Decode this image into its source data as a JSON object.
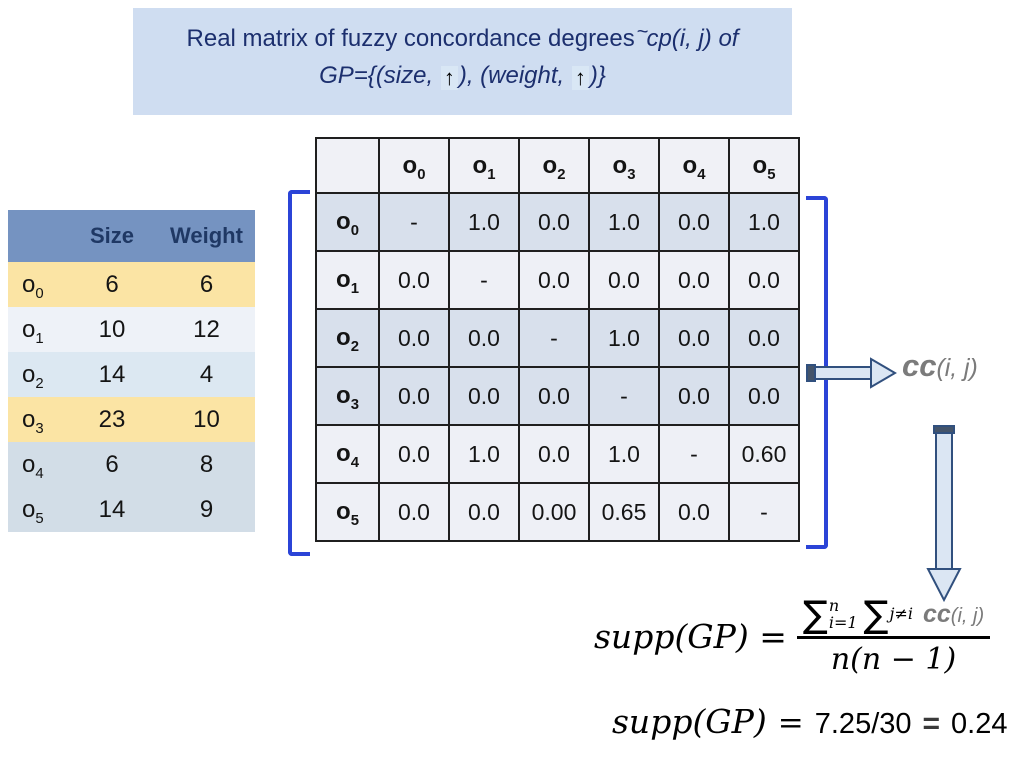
{
  "colors": {
    "title-box-bg": "#cfddf1",
    "title-text": "#1c2f6e",
    "attr-header-bg": "#7593c1",
    "attr-header-text": "#1f3864",
    "band-yellow": "#fbe4a4",
    "band-light": "#eef2f8",
    "band-blue": "#dce8f2",
    "band-gray": "#d2dde7",
    "matrix-row-dark": "#d8e0ec",
    "matrix-row-light": "#eef0f6",
    "matrix-header-bg": "#f0f1f6",
    "bracket-blue": "#2b44d7",
    "arrow-fill": "#dbe6f3",
    "arrow-stroke": "#31507e",
    "arrow-cap": "#44546a",
    "cc-gray": "#7b7b7b",
    "text-black": "#141414"
  },
  "title": {
    "line1_text": "Real matrix of fuzzy concordance degrees",
    "line1_tilde": "~",
    "line1_math": "cp(i, j)",
    "line1_tail": " of",
    "line2_prefix": "GP={(size,",
    "line2_mid": "), (weight,",
    "line2_suffix": ")}",
    "arrow_glyph": "↑"
  },
  "attribute_table": {
    "col_headers": [
      "Size",
      "Weight"
    ],
    "rows": [
      {
        "base": "o",
        "sub": "0",
        "size": "6",
        "weight": "6"
      },
      {
        "base": "o",
        "sub": "1",
        "size": "10",
        "weight": "12"
      },
      {
        "base": "o",
        "sub": "2",
        "size": "14",
        "weight": "4"
      },
      {
        "base": "o",
        "sub": "3",
        "size": "23",
        "weight": "10"
      },
      {
        "base": "o",
        "sub": "4",
        "size": "6",
        "weight": "8"
      },
      {
        "base": "o",
        "sub": "5",
        "size": "14",
        "weight": "9"
      }
    ]
  },
  "matrix": {
    "col_headers": [
      {
        "base": "o",
        "sub": "0"
      },
      {
        "base": "o",
        "sub": "1"
      },
      {
        "base": "o",
        "sub": "2"
      },
      {
        "base": "o",
        "sub": "3"
      },
      {
        "base": "o",
        "sub": "4"
      },
      {
        "base": "o",
        "sub": "5"
      }
    ],
    "rows": [
      {
        "base": "o",
        "sub": "0",
        "values": [
          "-",
          "1.0",
          "0.0",
          "1.0",
          "0.0",
          "1.0"
        ]
      },
      {
        "base": "o",
        "sub": "1",
        "values": [
          "0.0",
          "-",
          "0.0",
          "0.0",
          "0.0",
          "0.0"
        ]
      },
      {
        "base": "o",
        "sub": "2",
        "values": [
          "0.0",
          "0.0",
          "-",
          "1.0",
          "0.0",
          "0.0"
        ]
      },
      {
        "base": "o",
        "sub": "3",
        "values": [
          "0.0",
          "0.0",
          "0.0",
          "-",
          "0.0",
          "0.0"
        ]
      },
      {
        "base": "o",
        "sub": "4",
        "values": [
          "0.0",
          "1.0",
          "0.0",
          "1.0",
          "-",
          "0.60"
        ]
      },
      {
        "base": "o",
        "sub": "5",
        "values": [
          "0.0",
          "0.0",
          "0.00",
          "0.65",
          "0.0",
          "-"
        ]
      }
    ]
  },
  "cc_label": {
    "cc": "cc",
    "args": "(i, j)"
  },
  "formula": {
    "lhs": "supp(GP) =",
    "sigma": "∑",
    "sum_outer_sup": "n",
    "sum_outer_sub": "i=1",
    "sum_inner_sub": "j≠i",
    "numerator_cc": "cc",
    "numerator_cc_args": "(i, j)",
    "denominator": "n(n − 1)",
    "result_lhs": "supp(GP)",
    "result_eq1": "=",
    "result_value": "7.25/30",
    "result_eq2": "=",
    "result_final": "0.24"
  }
}
